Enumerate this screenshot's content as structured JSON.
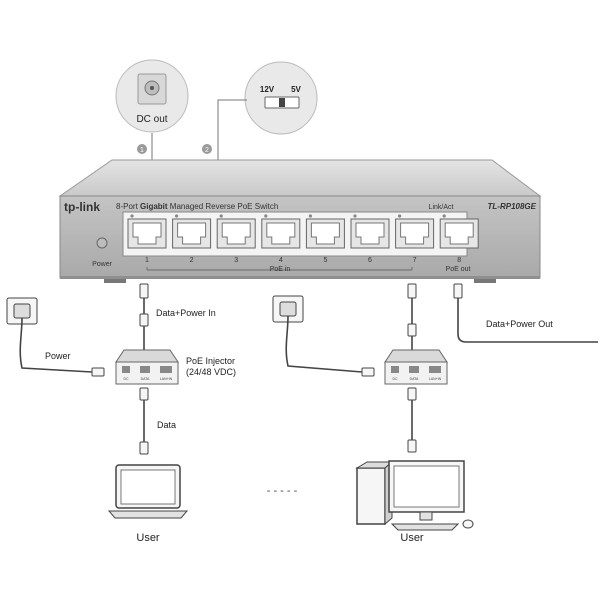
{
  "callouts": {
    "dc_out": {
      "label": "DC out",
      "marker": "1"
    },
    "voltage": {
      "left": "12V",
      "right": "5V",
      "marker": "2"
    }
  },
  "switch": {
    "brand": "tp-link",
    "description_prefix": "8-Port ",
    "description_bold": "Gigabit",
    "description_suffix": " Managed Reverse PoE Switch",
    "model": "TL-RP108GE",
    "link_act": "Link/Act",
    "power_label": "Power",
    "poe_in_label": "PoE in",
    "poe_out_label": "PoE out",
    "ports": [
      "1",
      "2",
      "3",
      "4",
      "5",
      "6",
      "7",
      "8"
    ]
  },
  "labels": {
    "data_power_in": "Data+Power In",
    "data_power_out": "Data+Power Out",
    "power": "Power",
    "poe_injector_line1": "PoE Injector",
    "poe_injector_line2": "(24/48 VDC)",
    "data": "Data",
    "user_left": "User",
    "user_right": "User",
    "ellipsis": "- - - - -"
  },
  "injector_ports": {
    "dc": "DC",
    "data": "DATA",
    "poe": "LAN+IN"
  },
  "colors": {
    "switch_body": "#bdbdbd",
    "switch_top": "#d9d9d9",
    "port_fill": "#e6e6e6",
    "line": "#333333"
  }
}
